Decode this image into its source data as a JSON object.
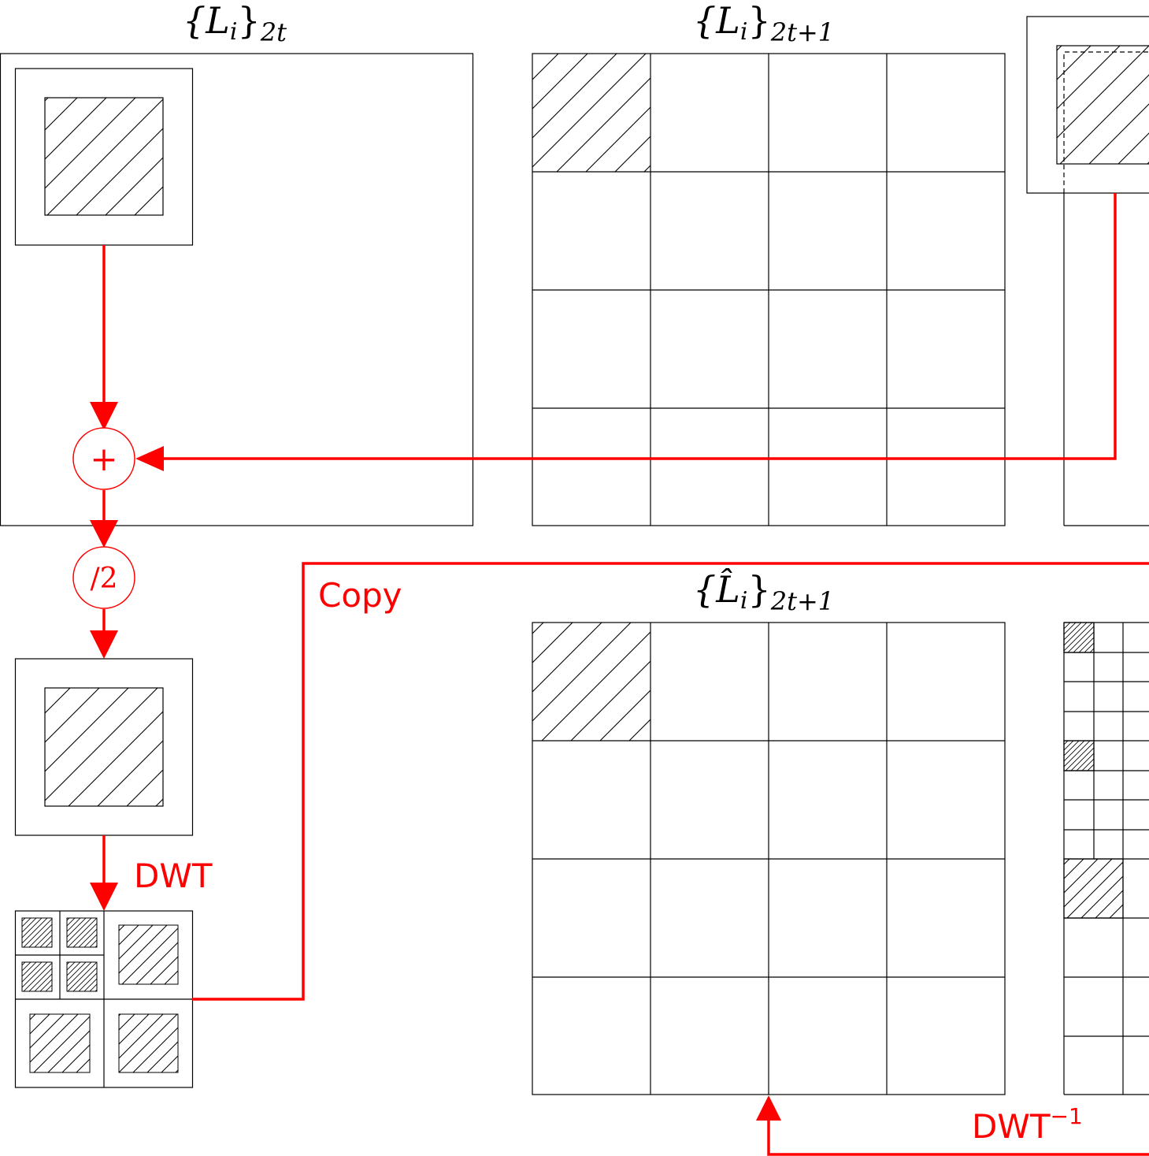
{
  "labels": {
    "top_left_title_main": "{L",
    "top_left_title_sub_i": "i",
    "top_left_title_close": "}",
    "top_left_title_sub": "2t",
    "top_mid_title_main": "{L",
    "top_mid_title_sub_i": "i",
    "top_mid_title_close": "}",
    "top_mid_title_sub": "2t+1",
    "bottom_mid_title_main": "{L̂",
    "bottom_mid_title_sub_i": "i",
    "bottom_mid_title_close": "}",
    "bottom_mid_title_sub": "2t+1",
    "plus_symbol": "+",
    "half_symbol": "/2",
    "copy_label": "Copy",
    "dwt_label": "DWT",
    "idwt_label": "DWT",
    "idwt_superscript": "−1"
  },
  "colors": {
    "flow": "#ff0000",
    "structure": "#000000",
    "hatch": "#000000"
  }
}
